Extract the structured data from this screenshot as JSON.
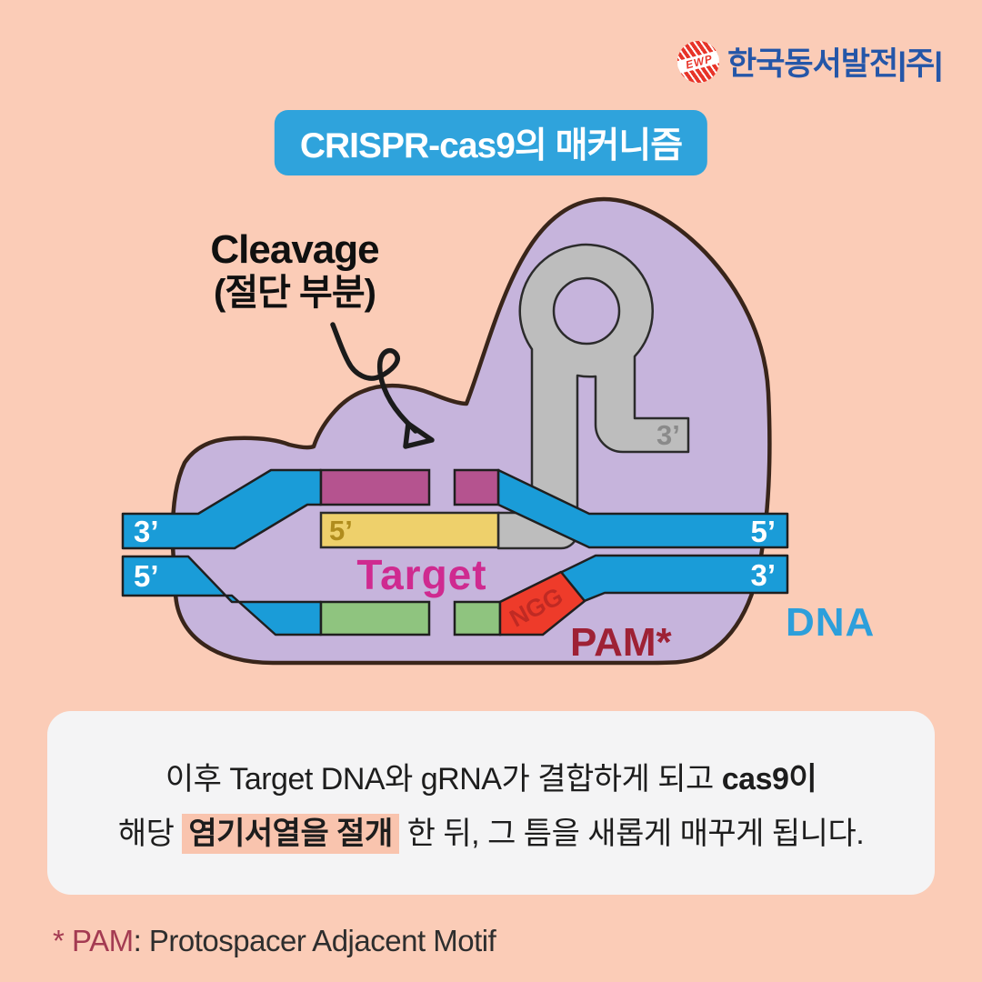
{
  "page": {
    "background_color": "#fbccb7"
  },
  "header": {
    "logo_mark_text": "EWP",
    "company_name": "한국동서발전|주|"
  },
  "title_badge": {
    "text": "CRISPR-cas9의 매커니즘"
  },
  "diagram": {
    "cleavage_label_line1": "Cleavage",
    "cleavage_label_line2": "(절단 부분)",
    "labels": {
      "dna_left_top_end": "3’",
      "dna_left_bottom_end": "5’",
      "dna_right_top_end": "5’",
      "dna_right_bottom_end": "3’",
      "grna_spacer_end": "5’",
      "grna_three_prime_end": "3’",
      "target": "Target",
      "pam_site": "NGG",
      "pam_label": "PAM*",
      "dna_label": "DNA"
    },
    "colors": {
      "cas9_blob": "#c6b4dc",
      "blob_outline": "#39251a",
      "dna_strand_blue": "#1a9cd8",
      "grna_gray": "#bdbdbd",
      "target_segment_magenta": "#b5538f",
      "spacer_yellow": "#eed06b",
      "complement_green": "#8fc47f",
      "pam_red": "#ee3b2a",
      "ngg_text": "#c02a23",
      "spacer_text": "#b08c1d",
      "grna_end_text": "#8a8a8a",
      "target_text": "#cf2a90",
      "pam_text": "#9e2135",
      "dna_text": "#2d9fdb"
    }
  },
  "caption": {
    "line1_regular": "이후 Target DNA와 gRNA가 결합하게 되고 ",
    "line1_bold": "cas9이",
    "line2_pre": "해당 ",
    "line2_highlight": "염기서열을 절개",
    "line2_post": " 한 뒤, 그 틈을 새롭게 매꾸게 됩니다."
  },
  "footnote": {
    "term": "* PAM",
    "rest": ": Protospacer Adjacent Motif"
  }
}
